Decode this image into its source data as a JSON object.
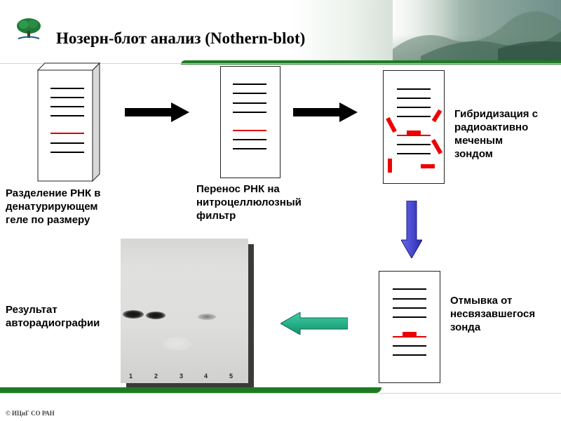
{
  "title": "Нозерн-блот анализ (Nothern-blot)",
  "footer": "© ИЦиГ СО РАН",
  "steps": {
    "gel_caption": [
      "Разделение РНК в",
      "денатурирующем",
      "геле по размеру"
    ],
    "transfer_caption": [
      "Перенос РНК на",
      "нитроцеллюлозный",
      "фильтр"
    ],
    "hybridization_caption": [
      "Гибридизация с",
      "радиоактивно",
      "меченым",
      "зондом"
    ],
    "wash_caption": [
      "Отмывка от",
      "несвязавшегося",
      "зонда"
    ],
    "result_caption": [
      "Результат",
      "авторадиографии"
    ]
  },
  "blot": {
    "lanes": [
      "1",
      "2",
      "3",
      "4",
      "5"
    ]
  },
  "colors": {
    "band_target": "#e00000",
    "probe": "#ee0000",
    "arrow_black": "#000000",
    "arrow_blue": "#3d3dd6",
    "arrow_teal": "#1fb08a",
    "accent_green": "#1e7a22"
  }
}
